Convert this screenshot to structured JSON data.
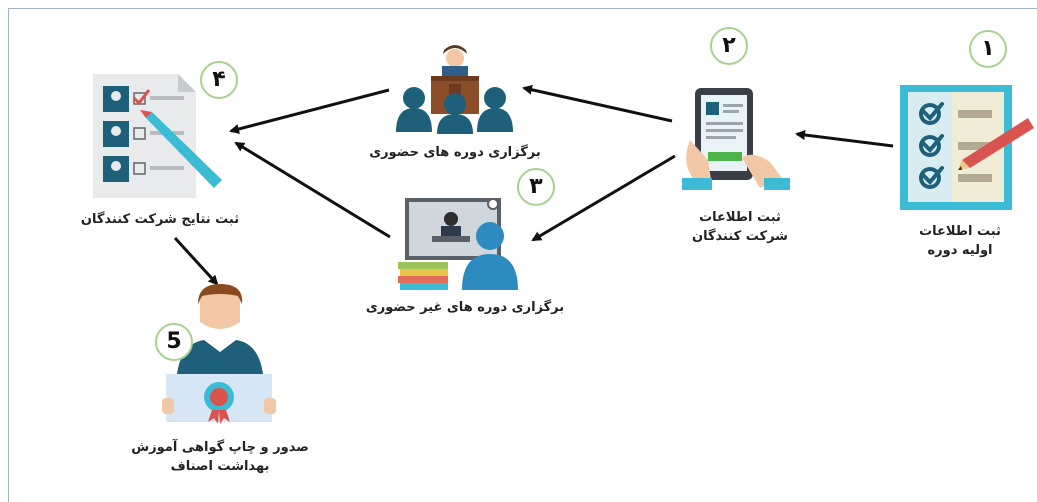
{
  "steps": [
    {
      "number": "۱",
      "label_line1": "ثبت اطلاعات",
      "label_line2": "اولیه دوره",
      "icon": "checklist-icon"
    },
    {
      "number": "۲",
      "label_line1": "ثبت اطلاعات",
      "label_line2": "شرکت کنندگان",
      "icon": "tablet-registration-icon"
    },
    {
      "number": "۳",
      "label_line1": "برگزاری دوره های غیر حضوری",
      "label_line2": "",
      "icon": "online-class-icon"
    },
    {
      "number": "",
      "label_line1": "برگزاری دوره های حضوری",
      "label_line2": "",
      "icon": "classroom-presenter-icon"
    },
    {
      "number": "۴",
      "label_line1": "ثبت نتایج شرکت کنندگان",
      "label_line2": "",
      "icon": "results-form-icon"
    },
    {
      "number": "5",
      "label_line1": "صدور و چاپ گواهی آموزش",
      "label_line2": "بهداشت اصناف",
      "icon": "certificate-person-icon"
    }
  ],
  "colors": {
    "accent_teal": "#1e5f7a",
    "accent_green": "#a9d18e",
    "arrow": "#111111",
    "frame": "#9eb4c8"
  }
}
